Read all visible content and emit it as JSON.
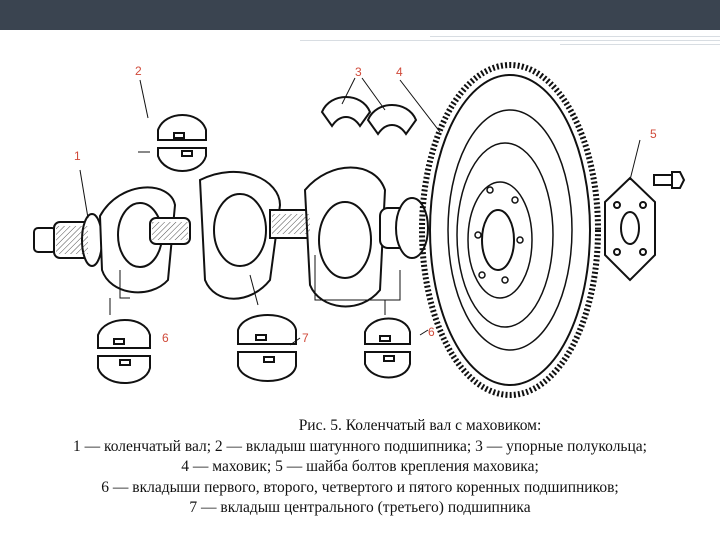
{
  "slide": {
    "labels": {
      "n1": "1",
      "n2": "2",
      "n3": "3",
      "n4": "4",
      "n5": "5",
      "n6a": "6",
      "n6b": "6",
      "n7": "7"
    },
    "caption": {
      "title": "Рис. 5. Коленчатый вал с маховиком:",
      "lines": [
        "1 — коленчатый вал; 2 — вкладыш шатунного подшипника; 3 — упорные полукольца;",
        "4 — маховик;  5 — шайба болтов крепления маховика;",
        "6 — вкладыши первого, второго, четвертого и пятого коренных подшипников;",
        "7 — вкладыш центрального (третьего) подшипника"
      ]
    },
    "colors": {
      "header": "#3a4450",
      "label": "#d04a3a",
      "ink": "#111111"
    }
  }
}
